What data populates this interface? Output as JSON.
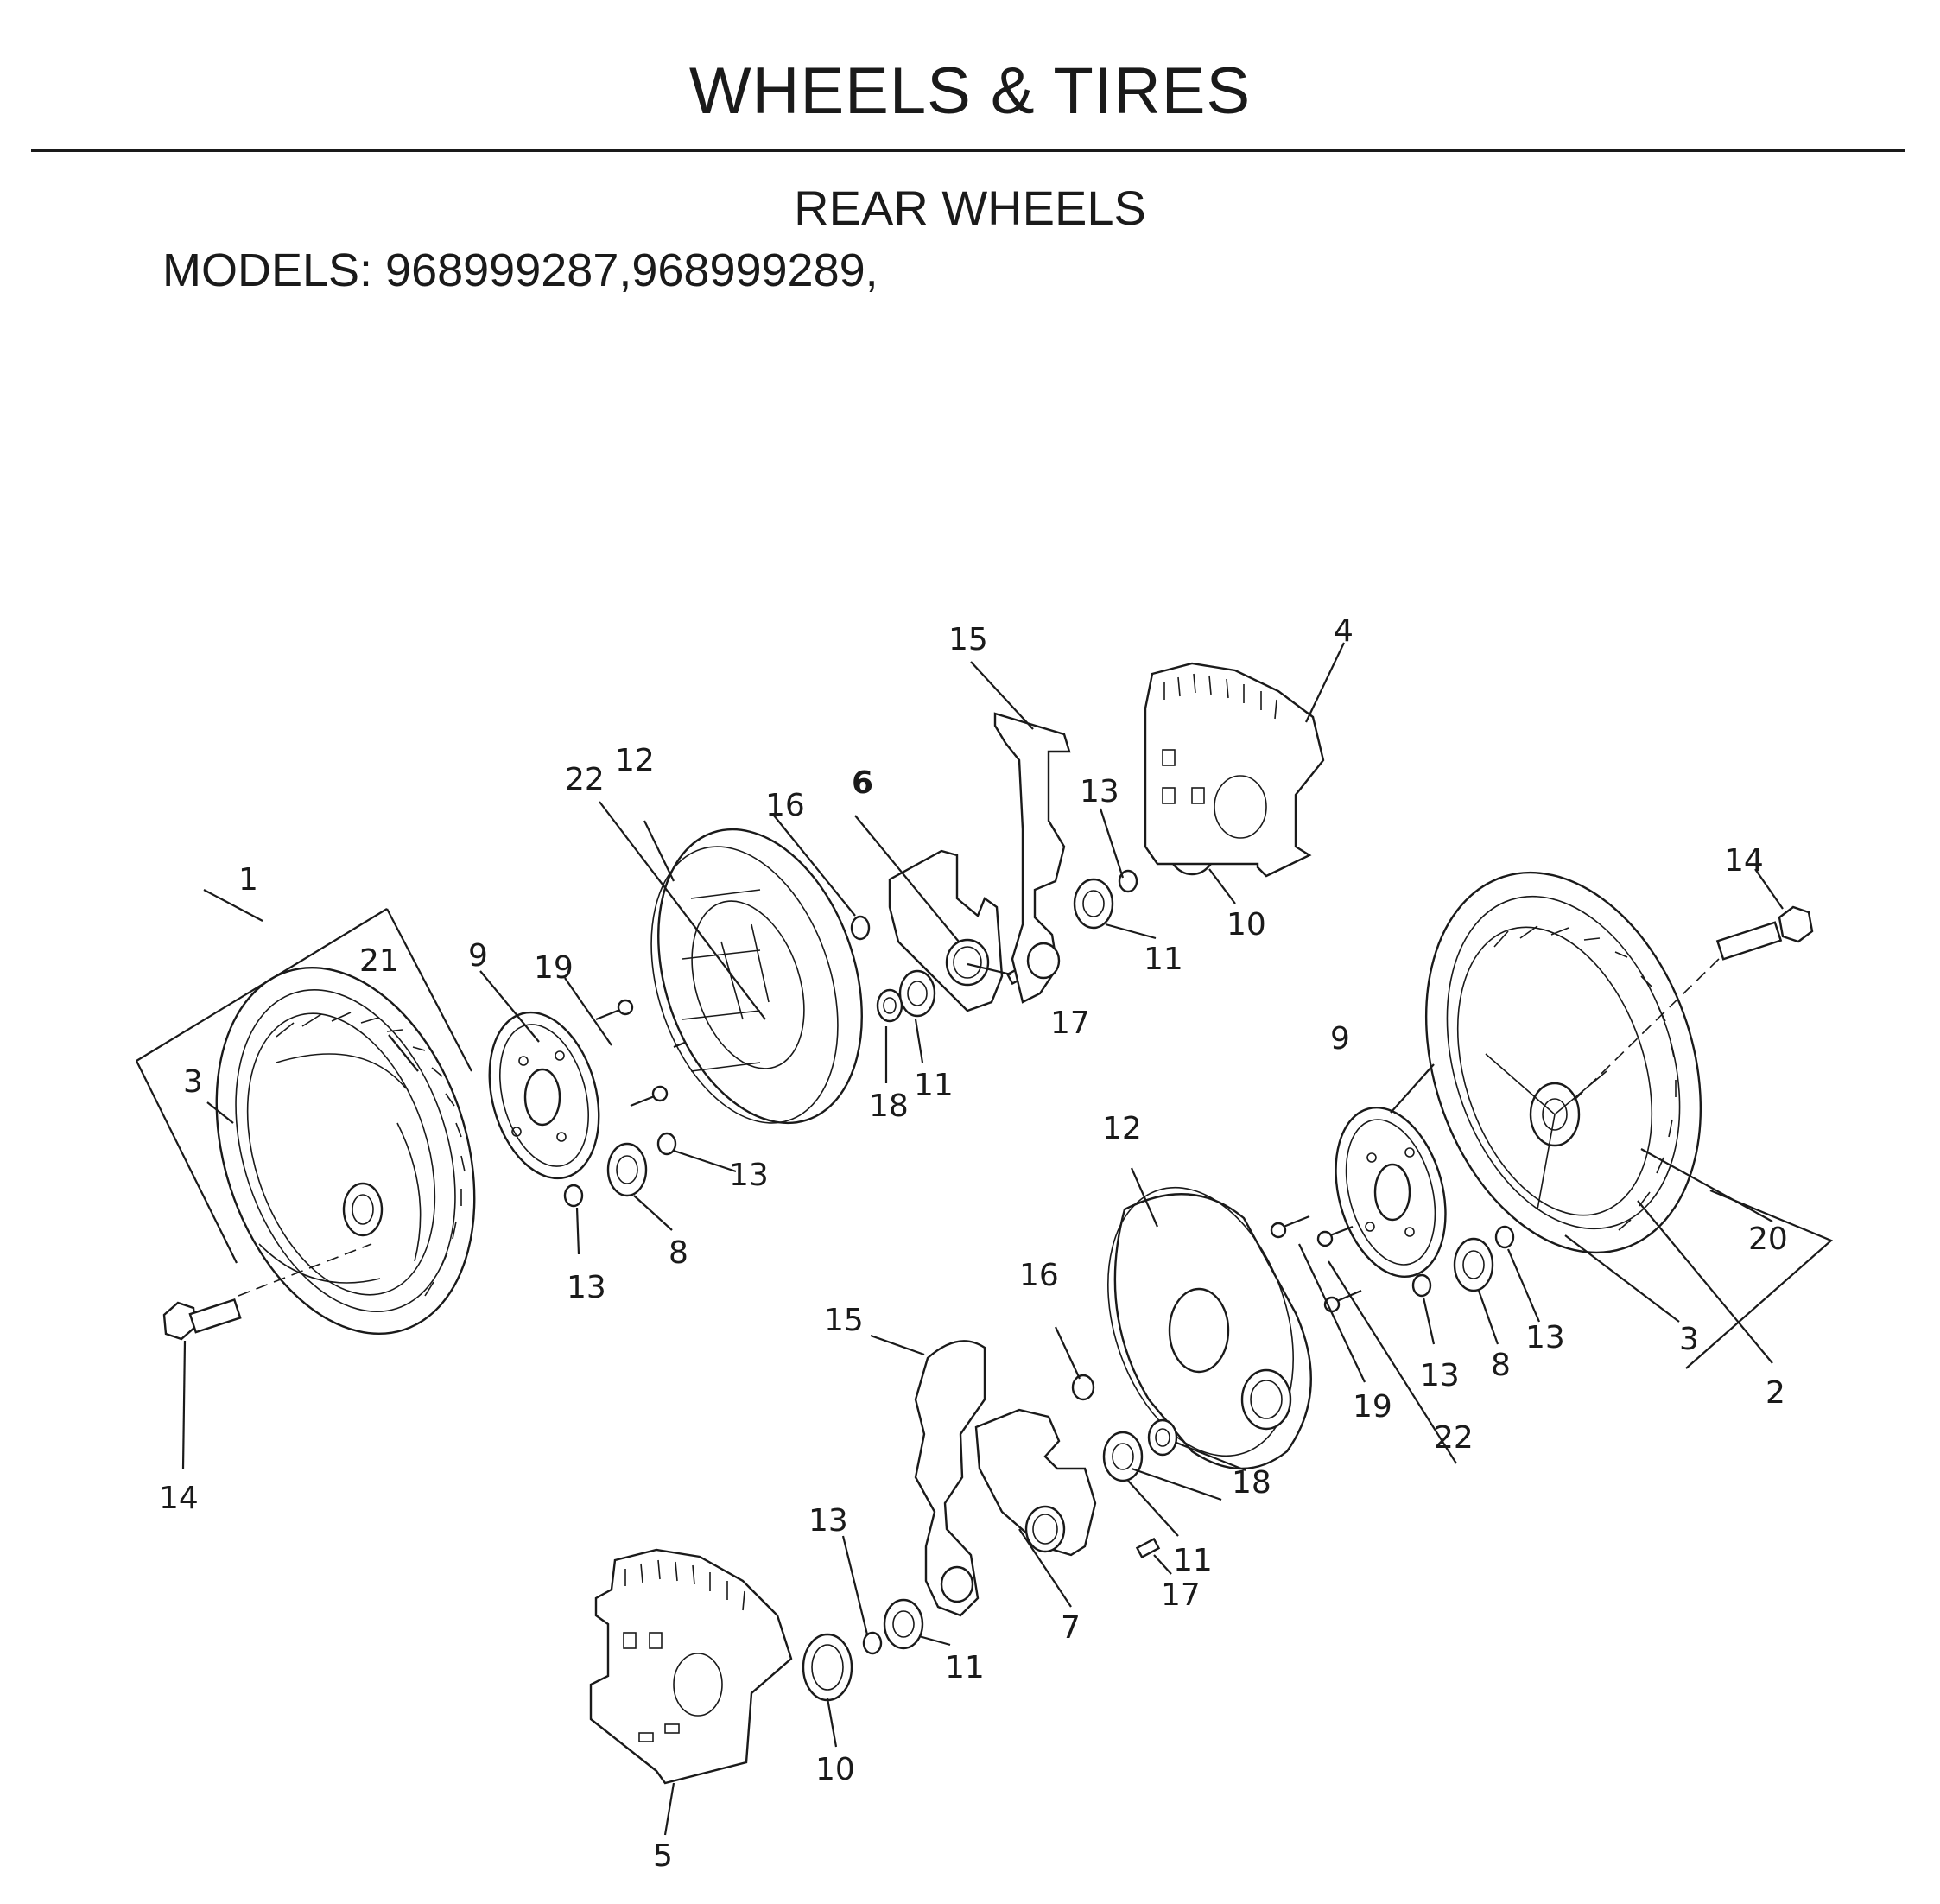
{
  "header": {
    "title": "WHEELS & TIRES",
    "subtitle": "REAR WHEELS",
    "models": "MODELS: 968999287,968999289,"
  },
  "callouts": {
    "c1": "1",
    "c2": "2",
    "c3a": "3",
    "c3b": "3",
    "c4": "4",
    "c5": "5",
    "c6": "6",
    "c7": "7",
    "c8a": "8",
    "c8b": "8",
    "c9a": "9",
    "c9b": "9",
    "c10a": "10",
    "c10b": "10",
    "c11a": "11",
    "c11b": "11",
    "c11c": "11",
    "c11d": "11",
    "c12a": "12",
    "c12b": "12",
    "c13a": "13",
    "c13b": "13",
    "c13c": "13",
    "c13d": "13",
    "c13e": "13",
    "c13f": "13",
    "c14a": "14",
    "c14b": "14",
    "c15a": "15",
    "c15b": "15",
    "c16a": "16",
    "c16b": "16",
    "c17a": "17",
    "c17b": "17",
    "c18a": "18",
    "c18b": "18",
    "c19a": "19",
    "c19b": "19",
    "c20": "20",
    "c21": "21",
    "c22a": "22",
    "c22b": "22"
  }
}
